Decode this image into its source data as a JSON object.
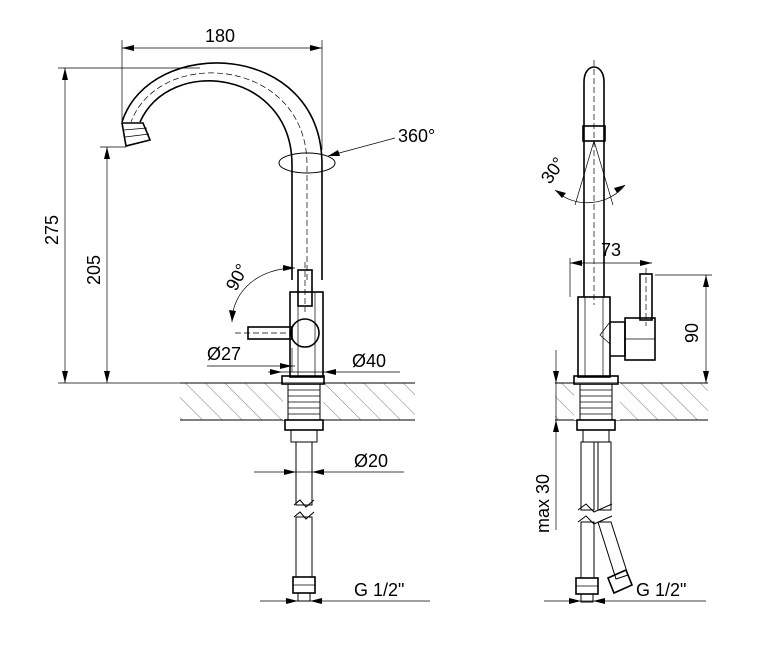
{
  "dimensions": {
    "width_top": "180",
    "rotation": "360°",
    "height_total": "275",
    "height_spout": "205",
    "lever_angle": "90°",
    "diam_handle": "Ø27",
    "diam_base": "Ø40",
    "diam_hose": "Ø20",
    "thread_left": "G 1/2\"",
    "tilt_angle": "30°",
    "lever_reach": "73",
    "lever_height": "90",
    "max_thickness": "max 30",
    "thread_right": "G 1/2\""
  }
}
